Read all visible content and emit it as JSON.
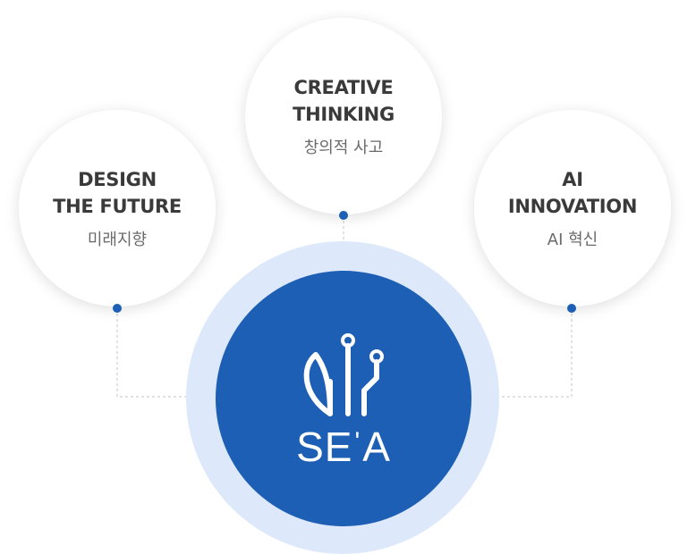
{
  "nodes": {
    "left": {
      "en_line1": "DESIGN",
      "en_line2": "THE FUTURE",
      "ko": "미래지향"
    },
    "top": {
      "en_line1": "CREATIVE",
      "en_line2": "THINKING",
      "ko": "창의적 사고"
    },
    "right": {
      "en_line1": "AI",
      "en_line2": "INNOVATION",
      "ko": "AI 혁신"
    }
  },
  "center": {
    "logo_left": "SE",
    "logo_tick": "'",
    "logo_right": "A"
  },
  "colors": {
    "core": "#1d5fb5",
    "ring": "#dde9fb",
    "dot": "#1d5fb5",
    "line": "#bfbfbf"
  }
}
